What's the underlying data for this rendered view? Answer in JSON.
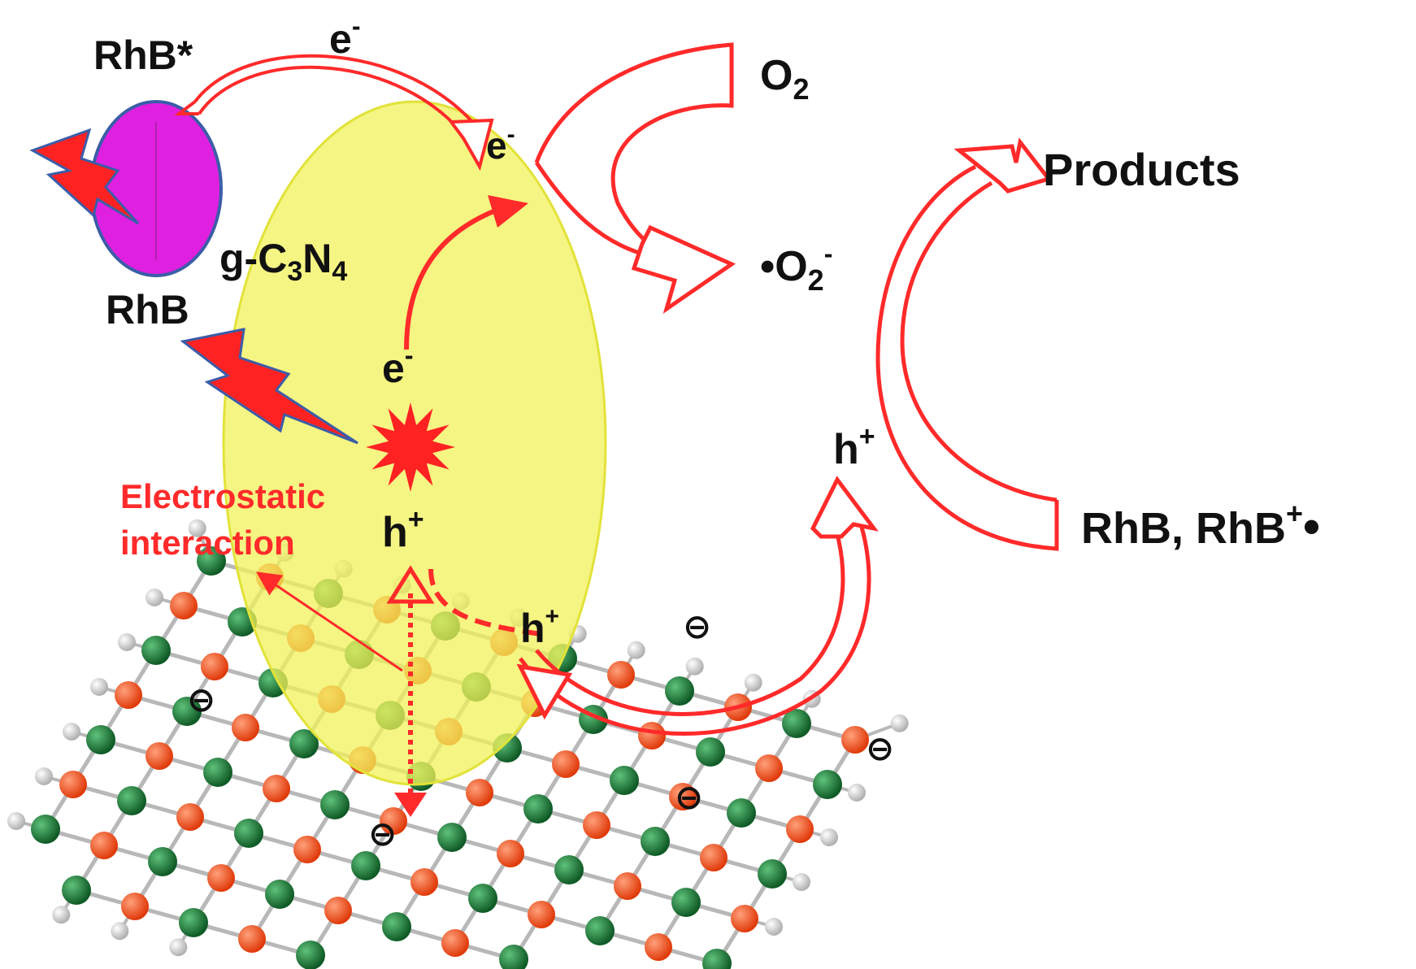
{
  "labels": {
    "rhb_star": "RhB*",
    "e_minus_top": "e",
    "e_minus_top_sup": "-",
    "e_minus_surface": "e",
    "e_minus_surface_sup": "-",
    "gc3n4_g": "g-C",
    "gc3n4_sub3": "3",
    "gc3n4_n": "N",
    "gc3n4_sub4": "4",
    "rhb": "RhB",
    "e_minus_mid": "e",
    "e_minus_mid_sup": "-",
    "h_plus_mid": "h",
    "h_plus_mid_sup": "+",
    "h_plus_low": "h",
    "h_plus_low_sup": "+",
    "h_plus_right": "h",
    "h_plus_right_sup": "+",
    "o2": "O",
    "o2_sub": "2",
    "superoxide_dot": "•",
    "superoxide": "O",
    "superoxide_sub": "2",
    "superoxide_sup": "-",
    "products": "Products",
    "rhb_pair": "RhB, RhB",
    "rhb_pair_sup": "+",
    "rhb_pair_dot": "•",
    "electrostatic_1": "Electrostatic",
    "electrostatic_2": "interaction",
    "minus_sign": "⊖"
  },
  "colors": {
    "arrow_red": "#ff2a2a",
    "ellipse_yellow": "#f2f25a",
    "rhb_magenta": "#e020e0",
    "lightning_red": "#ff2222",
    "atom_green": "#1e7a3a",
    "atom_orange": "#ff5a1e",
    "atom_white": "#dddddd",
    "bond_gray": "#b8b8b8"
  }
}
